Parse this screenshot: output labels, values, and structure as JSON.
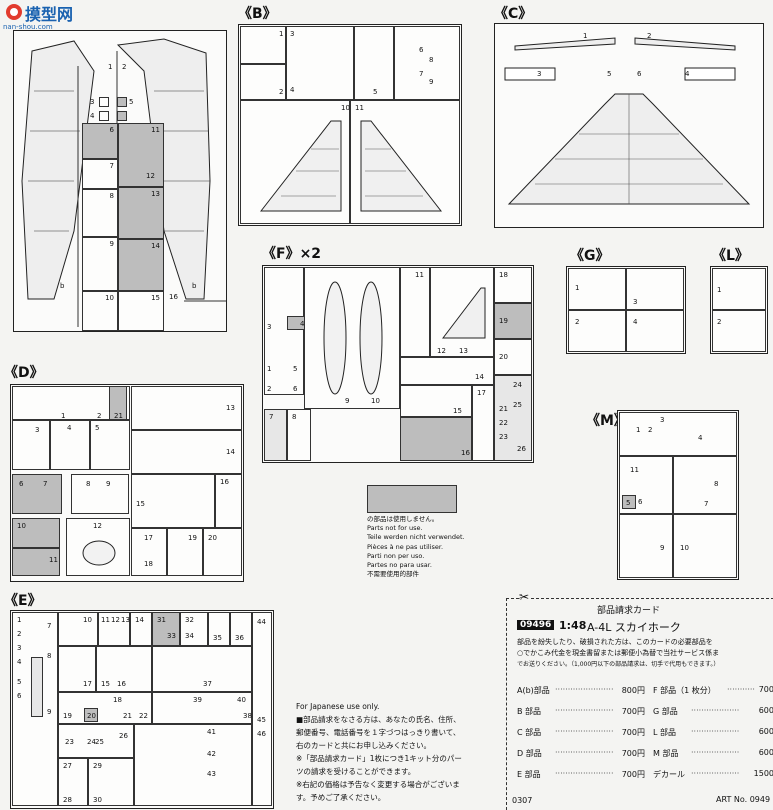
{
  "watermark": {
    "site_cn": "摸型网",
    "url": "nan-shou.com"
  },
  "sections": {
    "b": "《B》",
    "c": "《C》",
    "d": "《D》",
    "e": "《E》",
    "f": "《F》×2",
    "g": "《G》",
    "l": "《L》",
    "m": "《M》"
  },
  "sprue_a_numbers": [
    "1",
    "2",
    "3",
    "4",
    "5",
    "6",
    "7",
    "8",
    "9",
    "10",
    "11",
    "12",
    "13",
    "14",
    "15",
    "16",
    "b",
    "b"
  ],
  "sprue_b_numbers": [
    "1",
    "2",
    "3",
    "4",
    "5",
    "6",
    "7",
    "8",
    "9",
    "10",
    "11"
  ],
  "sprue_c_numbers": [
    "1",
    "2",
    "3",
    "4",
    "5",
    "6"
  ],
  "sprue_d_numbers": [
    "1",
    "2",
    "3",
    "4",
    "5",
    "6",
    "7",
    "8",
    "9",
    "10",
    "11",
    "12",
    "13",
    "14",
    "15",
    "16",
    "17",
    "18",
    "19",
    "20",
    "21"
  ],
  "sprue_e_numbers": [
    "1",
    "2",
    "3",
    "4",
    "5",
    "6",
    "7",
    "8",
    "9",
    "10",
    "11",
    "12",
    "13",
    "14",
    "15",
    "16",
    "17",
    "18",
    "19",
    "20",
    "21",
    "22",
    "23",
    "24",
    "25",
    "26",
    "27",
    "28",
    "29",
    "30",
    "31",
    "32",
    "33",
    "34",
    "35",
    "36",
    "37",
    "38",
    "39",
    "40",
    "41",
    "42",
    "43",
    "44",
    "45",
    "46"
  ],
  "sprue_f_numbers": [
    "1",
    "2",
    "3",
    "4",
    "5",
    "6",
    "7",
    "8",
    "9",
    "10",
    "11",
    "12",
    "13",
    "14",
    "15",
    "16",
    "17",
    "18",
    "19",
    "20",
    "21",
    "22",
    "23",
    "24",
    "25",
    "26"
  ],
  "sprue_g_numbers": [
    "1",
    "2",
    "3",
    "4"
  ],
  "sprue_l_numbers": [
    "1",
    "2"
  ],
  "sprue_m_numbers": [
    "1",
    "2",
    "3",
    "4",
    "5",
    "6",
    "7",
    "8",
    "9",
    "10",
    "11"
  ],
  "legend": {
    "lines": [
      "の部品は使用しません。",
      "Parts not for use.",
      "Teile werden nicht verwendet.",
      "Pièces à ne pas utiliser.",
      "Parti non per uso.",
      "Partes no para usar.",
      "不需要使用的部件"
    ]
  },
  "japanese_note": {
    "header": "For Japanese use only.",
    "lines": [
      "■部品請求をなさる方は、あなたの氏名、住所、",
      "郵便番号、電話番号を１字づつはっきり書いて、",
      "右のカードと共にお申し込みください。",
      "※「部品請求カード」1枚につき1キット分のパー",
      "ツの請求を受けることができます。",
      "※右記の価格は予告なく変更する場合がございま",
      "す。予めご了承ください。"
    ]
  },
  "order_card": {
    "scissors_icon": "scissors-icon",
    "title": "部品請求カード",
    "code": "09496",
    "scale": "1:48",
    "model": "A-4L スカイホーク",
    "text_lines": [
      "部品を紛失したり、破損された方は、このカードの必要部品を",
      "○でかこみ代金を現金書留または郵便小為替で当社サービス係ま",
      "でお送りください。（1,000円以下の部品請求は、切手で代用もできます。）"
    ],
    "left_items": [
      {
        "part": "A(b)部品",
        "price": "800円"
      },
      {
        "part": "B 部品",
        "price": "700円"
      },
      {
        "part": "C 部品",
        "price": "700円"
      },
      {
        "part": "D 部品",
        "price": "700円"
      },
      {
        "part": "E 部品",
        "price": "700円"
      }
    ],
    "right_items": [
      {
        "part": "F 部品（1 枚分）",
        "price": "700"
      },
      {
        "part": "G 部品",
        "price": "600"
      },
      {
        "part": "L 部品",
        "price": "600"
      },
      {
        "part": "M 部品",
        "price": "600"
      },
      {
        "part": "デカール",
        "price": "1500"
      }
    ]
  },
  "footer": {
    "code_left": "0307",
    "art_no": "ART No. 0949"
  }
}
